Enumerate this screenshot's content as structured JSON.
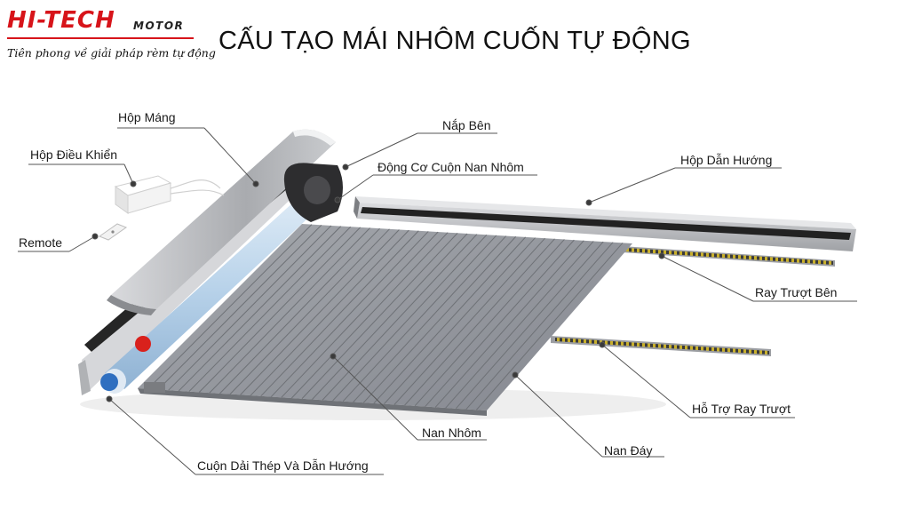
{
  "brand": {
    "name": "HI-TECH",
    "name_suffix": "MOTOR",
    "tagline": "Tiên phong về giải pháp rèm tự động",
    "color": "#d7141a"
  },
  "title": "CẤU TẠO MÁI NHÔM CUỐN TỰ ĐỘNG",
  "labels": {
    "hop_mang": "Hộp Máng",
    "hop_dieu_khien": "Hộp Điều Khiển",
    "remote": "Remote",
    "nap_ben": "Nắp Bên",
    "dong_co": "Động Cơ Cuộn Nan Nhôm",
    "hop_dan_huong": "Hộp Dẫn Hướng",
    "ray_truot_ben": "Ray Trượt Bên",
    "ho_tro_ray_truot": "Hỗ Trợ Ray Trượt",
    "nan_nhom": "Nan Nhôm",
    "nan_day": "Nan Đáy",
    "cuon_dai_thep": "Cuộn Dải Thép Và Dẫn Hướng"
  },
  "colors": {
    "slat": "#8f9297",
    "slat_line": "#6e7176",
    "housing": "#b9bbbf",
    "rail": "#2b2b2b",
    "tube": "#b9d3ea",
    "end_cap_red": "#d9211c",
    "end_cap_blue": "#2f6fc0",
    "leader": "#555555"
  }
}
